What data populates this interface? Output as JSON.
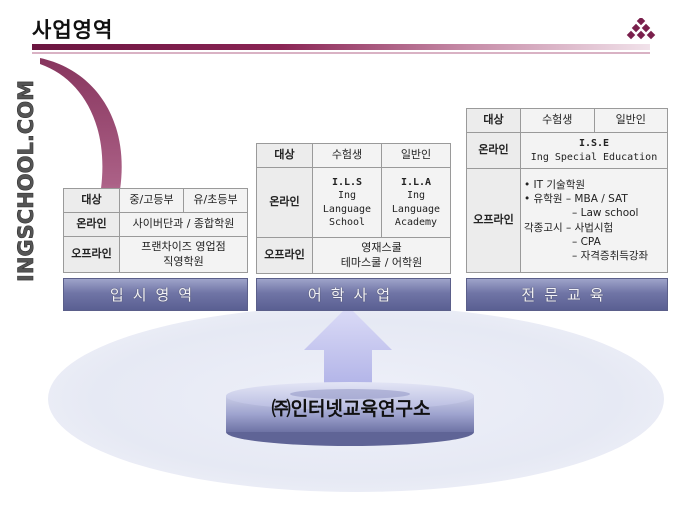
{
  "title": "사업영역",
  "brand_vertical": "INGSCHOOL.COM",
  "sections": [
    {
      "label": "입시영역",
      "headers": [
        "대상",
        "중/고등부",
        "유/초등부"
      ],
      "online_label": "온라인",
      "online": "사이버단과 / 종합학원",
      "offline_label": "오프라인",
      "offline": [
        "프랜차이즈 영업점",
        "직영학원"
      ]
    },
    {
      "label": "어학사업",
      "headers": [
        "대상",
        "수험생",
        "일반인"
      ],
      "online_label": "온라인",
      "online_a": [
        "I.L.S",
        "Ing",
        "Language",
        "School"
      ],
      "online_b": [
        "I.L.A",
        "Ing",
        "Language",
        "Academy"
      ],
      "offline_label": "오프라인",
      "offline": [
        "영재스쿨",
        "테마스쿨 / 어학원"
      ]
    },
    {
      "label": "전문교육",
      "headers": [
        "대상",
        "수험생",
        "일반인"
      ],
      "online_label": "온라인",
      "online": [
        "I.S.E",
        "Ing Special Education"
      ],
      "offline_label": "오프라인",
      "offline": [
        "• IT 기술학원",
        "• 유학원 – MBA / SAT",
        "– Law school",
        "각종고시 – 사법시험",
        "– CPA",
        "– 자격증취득강좌"
      ]
    }
  ],
  "center_label": "㈜인터넷교육연구소",
  "colors": {
    "accent": "#7a1f4c",
    "bar": "#6e73a5",
    "arrow": "#c8c9ee"
  }
}
